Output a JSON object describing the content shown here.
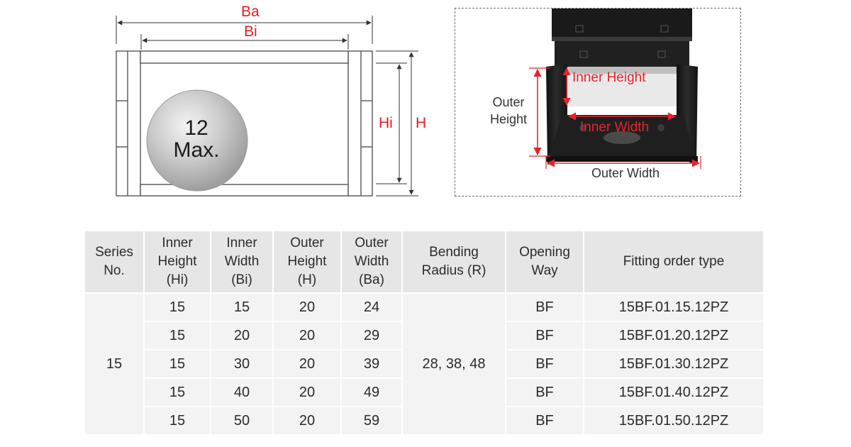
{
  "diagram": {
    "labels": {
      "outer_width": "Ba",
      "inner_width": "Bi",
      "inner_height": "Hi",
      "outer_height": "H"
    },
    "ball": {
      "value": "12",
      "suffix": "Max."
    },
    "colors": {
      "dimension": "#e02020",
      "outline": "#555555",
      "ball": "#bdbdbd"
    }
  },
  "photo": {
    "inner_height": "Inner Height",
    "inner_width": "Inner Width",
    "outer_height_line1": "Outer",
    "outer_height_line2": "Height",
    "outer_width": "Outer Width",
    "colors": {
      "annotation": "#e8232a",
      "chain": "#1c1c1c"
    }
  },
  "table": {
    "headers": [
      "Series\nNo.",
      "Inner\nHeight\n(Hi)",
      "Inner\nWidth\n(Bi)",
      "Outer\nHeight\n(H)",
      "Outer\nWidth\n(Ba)",
      "Bending\nRadius (R)",
      "Opening\nWay",
      "Fitting order type"
    ],
    "series_no": "15",
    "bending_radius": "28, 38, 48",
    "rows": [
      {
        "hi": "15",
        "bi": "15",
        "h": "20",
        "ba": "24",
        "opening": "BF",
        "fitting": "15BF.01.15.12PZ"
      },
      {
        "hi": "15",
        "bi": "20",
        "h": "20",
        "ba": "29",
        "opening": "BF",
        "fitting": "15BF.01.20.12PZ"
      },
      {
        "hi": "15",
        "bi": "30",
        "h": "20",
        "ba": "39",
        "opening": "BF",
        "fitting": "15BF.01.30.12PZ"
      },
      {
        "hi": "15",
        "bi": "40",
        "h": "20",
        "ba": "49",
        "opening": "BF",
        "fitting": "15BF.01.40.12PZ"
      },
      {
        "hi": "15",
        "bi": "50",
        "h": "20",
        "ba": "59",
        "opening": "BF",
        "fitting": "15BF.01.50.12PZ"
      }
    ]
  }
}
